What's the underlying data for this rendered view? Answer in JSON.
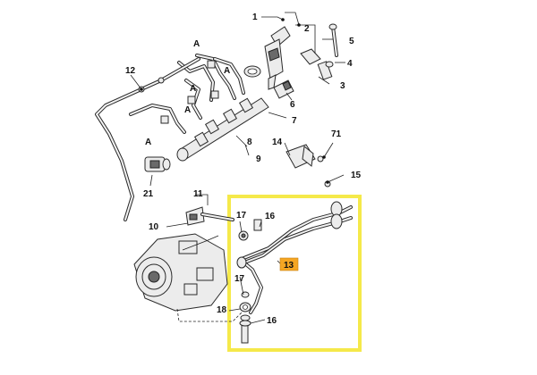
{
  "diagram": {
    "highlight_color": "#f5e94a",
    "badge_color": "#f5a623",
    "callouts": {
      "c1": "1",
      "c2": "2",
      "c3": "3",
      "c4": "4",
      "c5": "5",
      "c6": "6",
      "c7": "7",
      "c8": "8",
      "c9": "9",
      "c10": "10",
      "c11": "11",
      "c12": "12",
      "c13": "13",
      "c14": "14",
      "c15": "15",
      "c16a": "16",
      "c16b": "16",
      "c17a": "17",
      "c17b": "17",
      "c18": "18",
      "c21": "21",
      "c71": "71",
      "cA1": "A",
      "cA2": "A",
      "cA3": "A",
      "cA4": "A",
      "cA5": "A"
    }
  }
}
